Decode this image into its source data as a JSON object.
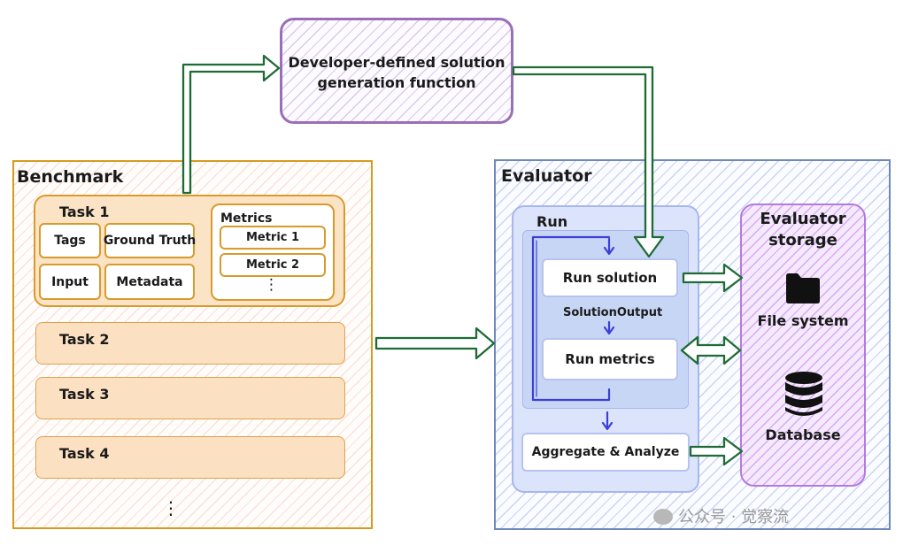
{
  "benchmark": {
    "title": "Benchmark",
    "task1": {
      "title": "Task 1",
      "fields": [
        "Tags",
        "Ground Truth",
        "Input",
        "Metadata"
      ],
      "metrics": {
        "title": "Metrics",
        "items": [
          "Metric 1",
          "Metric 2"
        ],
        "more": "⋮"
      }
    },
    "tasks": [
      "Task 2",
      "Task 3",
      "Task 4"
    ],
    "more": "⋮"
  },
  "solution_function": {
    "line1": "Developer-defined solution",
    "line2": "generation function"
  },
  "evaluator": {
    "title": "Evaluator",
    "run": {
      "title": "Run",
      "run_solution": "Run solution",
      "solution_output": "SolutionOutput",
      "run_metrics": "Run metrics"
    },
    "aggregate": "Aggregate & Analyze",
    "storage": {
      "title_line1": "Evaluator",
      "title_line2": "storage",
      "file_system": {
        "label": "File system",
        "icon": "folder-icon"
      },
      "database": {
        "label": "Database",
        "icon": "database-icon"
      }
    }
  },
  "watermark": "公众号 · 觉察流",
  "colors": {
    "benchmark_border": "#d79b1f",
    "evaluator_border": "#6e88bb",
    "function_border": "#9a6fb8",
    "storage_border": "#b47ae0",
    "arrow_green": "#1f6b35",
    "flow_blue": "#3b3fd8"
  }
}
